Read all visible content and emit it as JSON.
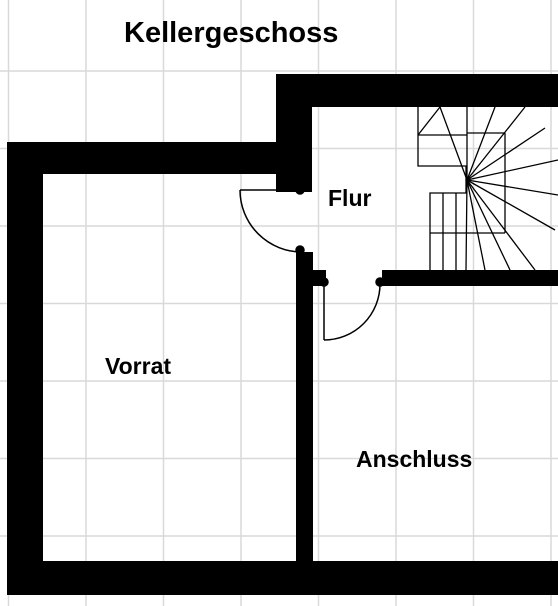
{
  "title": "Kellergeschoss",
  "rooms": {
    "flur": "Flur",
    "vorrat": "Vorrat",
    "anschluss": "Anschluss"
  },
  "colors": {
    "wall": "#000000",
    "grid": "#d9d9d9",
    "background": "#ffffff"
  }
}
